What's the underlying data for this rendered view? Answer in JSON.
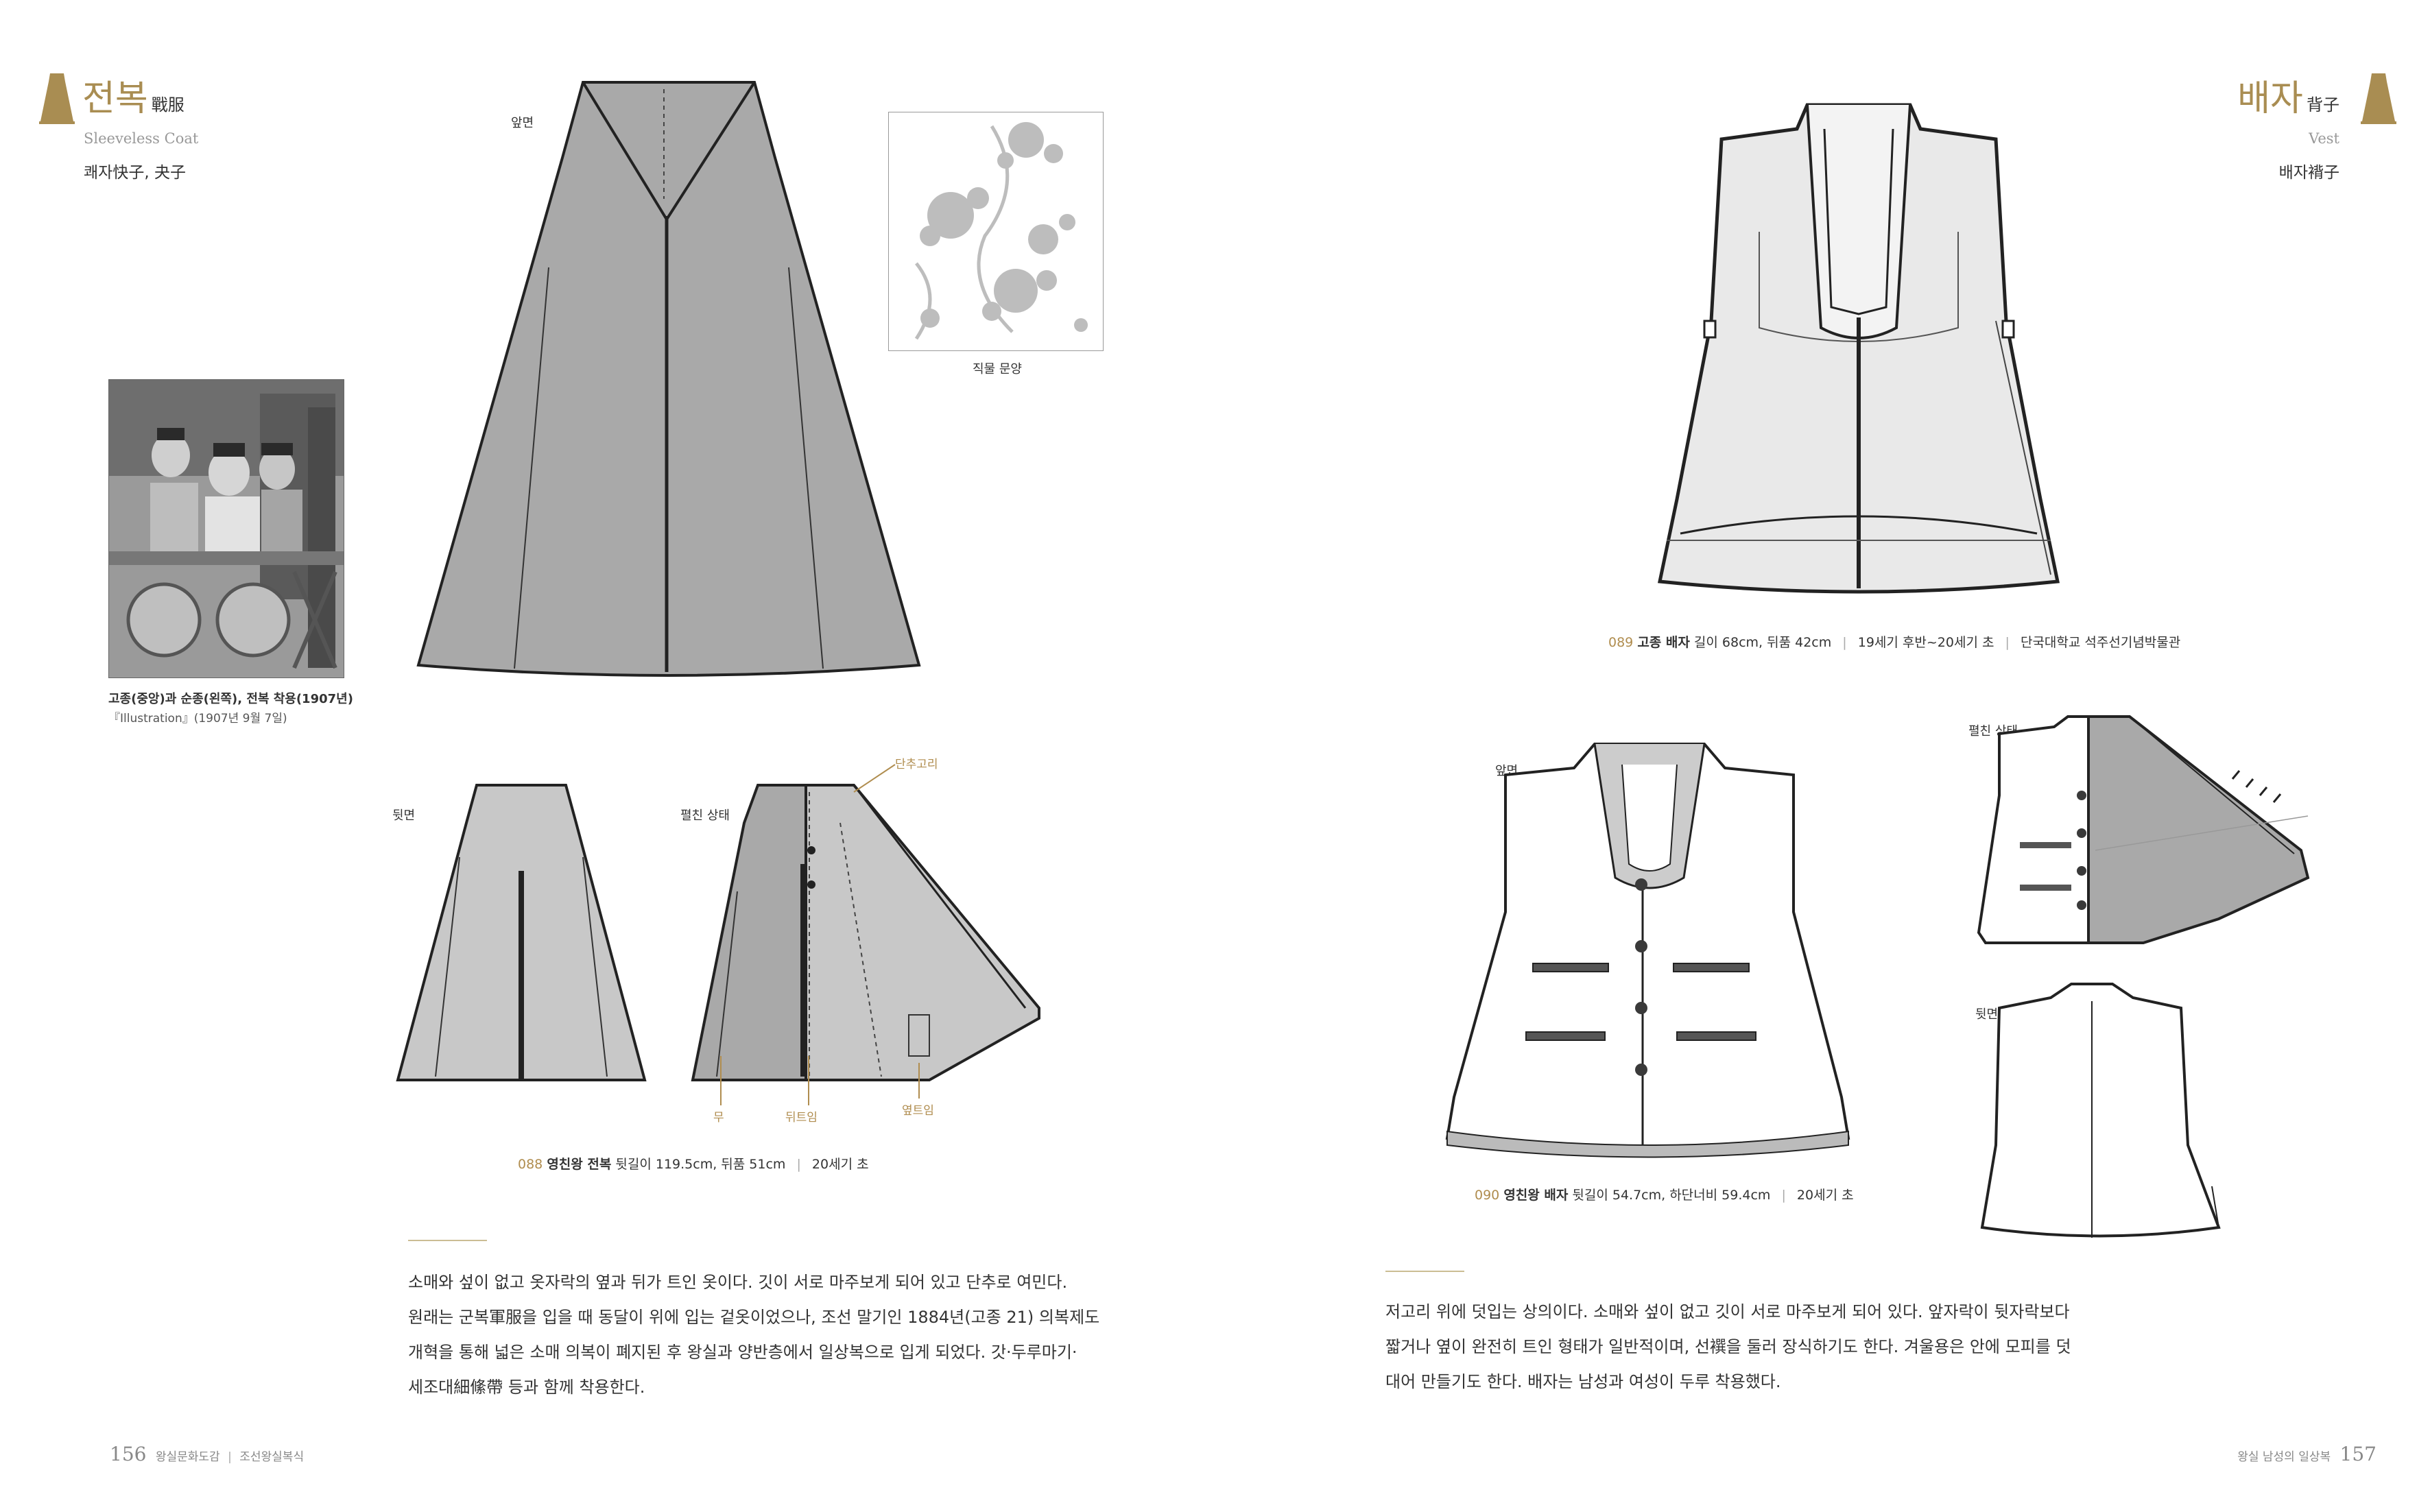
{
  "left": {
    "title": "전복",
    "title_hanja": "戰服",
    "title_en": "Sleeveless Coat",
    "alt_names": "쾌자快子, 夬子",
    "photo_caption_line1": "고종(중앙)과 순종(왼쪽), 전복 착용(1907년)",
    "photo_caption_line2": "『Illustration』(1907년 9월 7일)",
    "label_front": "앞면",
    "label_back": "뒷면",
    "label_spread": "펼친 상태",
    "label_pattern": "직물 문양",
    "callout_button_loop": "단추고리",
    "callout_mu": "무",
    "callout_back_slit": "뒤트임",
    "callout_side_slit": "옆트임",
    "caption": {
      "num": "088",
      "name": "영친왕 전복",
      "dims": "뒷길이 119.5cm, 뒤품 51cm",
      "period": "20세기 초"
    },
    "body": [
      "소매와 섶이 없고 옷자락의 옆과 뒤가 트인 옷이다. 깃이 서로 마주보게 되어 있고 단추로 여민다.",
      "원래는 군복軍服을 입을 때 동달이 위에 입는 겉옷이었으나, 조선 말기인 1884년(고종 21) 의복제도",
      "개혁을 통해 넓은 소매 의복이 폐지된 후 왕실과 양반층에서 일상복으로 입게 되었다. 갓·두루마기·",
      "세조대細絛帶 등과 함께 착용한다."
    ],
    "footer": {
      "page": "156",
      "book": "왕실문화도감",
      "section": "조선왕실복식"
    }
  },
  "right": {
    "title": "배자",
    "title_hanja": "背子",
    "title_en": "Vest",
    "alt_names": "배자褙子",
    "caption_top": {
      "num": "089",
      "name": "고종 배자",
      "dims": "길이 68cm, 뒤품 42cm",
      "period": "19세기 후반~20세기 초",
      "collection": "단국대학교 석주선기념박물관"
    },
    "label_front": "앞면",
    "label_spread": "펼친 상태",
    "label_back": "뒷면",
    "caption_bottom": {
      "num": "090",
      "name": "영친왕 배자",
      "dims": "뒷길이 54.7cm, 하단너비 59.4cm",
      "period": "20세기 초"
    },
    "body": [
      "저고리 위에 덧입는 상의이다. 소매와 섶이 없고 깃이 서로 마주보게 되어 있다. 앞자락이 뒷자락보다",
      "짧거나 옆이 완전히 트인 형태가 일반적이며, 선襈을 둘러 장식하기도 한다. 겨울용은 안에 모피를 덧",
      "대어 만들기도 한다. 배자는 남성과 여성이 두루 착용했다."
    ],
    "footer": {
      "section": "왕실 남성의 일상복",
      "page": "157"
    }
  },
  "colors": {
    "accent_gold": "#a98d52",
    "garment_gray": "#a9a9a9",
    "garment_light": "#ececec",
    "rule": "#cbbd94"
  },
  "icons": {
    "left_header": "garment-silhouette-icon",
    "right_header": "garment-silhouette-icon"
  }
}
